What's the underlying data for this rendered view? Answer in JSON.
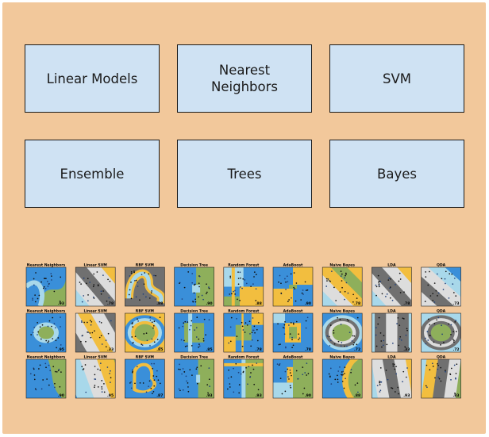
{
  "categories": [
    {
      "label": "Linear Models"
    },
    {
      "label": "Nearest\nNeighbors"
    },
    {
      "label": "SVM"
    },
    {
      "label": "Ensemble"
    },
    {
      "label": "Trees"
    },
    {
      "label": "Bayes"
    }
  ],
  "classifier_titles": [
    "Nearest Neighbors",
    "Linear SVM",
    "RBF SVM",
    "Decision Tree",
    "Random Forest",
    "AdaBoost",
    "Naive Bayes",
    "LDA",
    "QDA"
  ],
  "rows": [
    {
      "dataset": "moons",
      "scores": [
        ".93",
        ".78",
        ".88",
        ".90",
        ".88",
        ".90",
        ".78",
        ".78",
        ".73"
      ]
    },
    {
      "dataset": "circles",
      "scores": [
        ".95",
        ".33",
        ".85",
        ".85",
        ".78",
        ".78",
        ".72",
        ".33",
        ".72"
      ]
    },
    {
      "dataset": "linear",
      "scores": [
        ".90",
        ".95",
        ".87",
        ".93",
        ".93",
        ".90",
        ".88",
        ".93",
        ".83"
      ]
    }
  ],
  "colors": {
    "page_background": "#f2c89b",
    "box_fill": "#cfe2f3",
    "class_a_strong": "#3a8fd9",
    "class_a_light": "#a8d8ea",
    "neutral": "#dddddd",
    "class_b_light": "#f2be3f",
    "class_b_strong": "#8eaf5b",
    "dark": "#707070"
  }
}
